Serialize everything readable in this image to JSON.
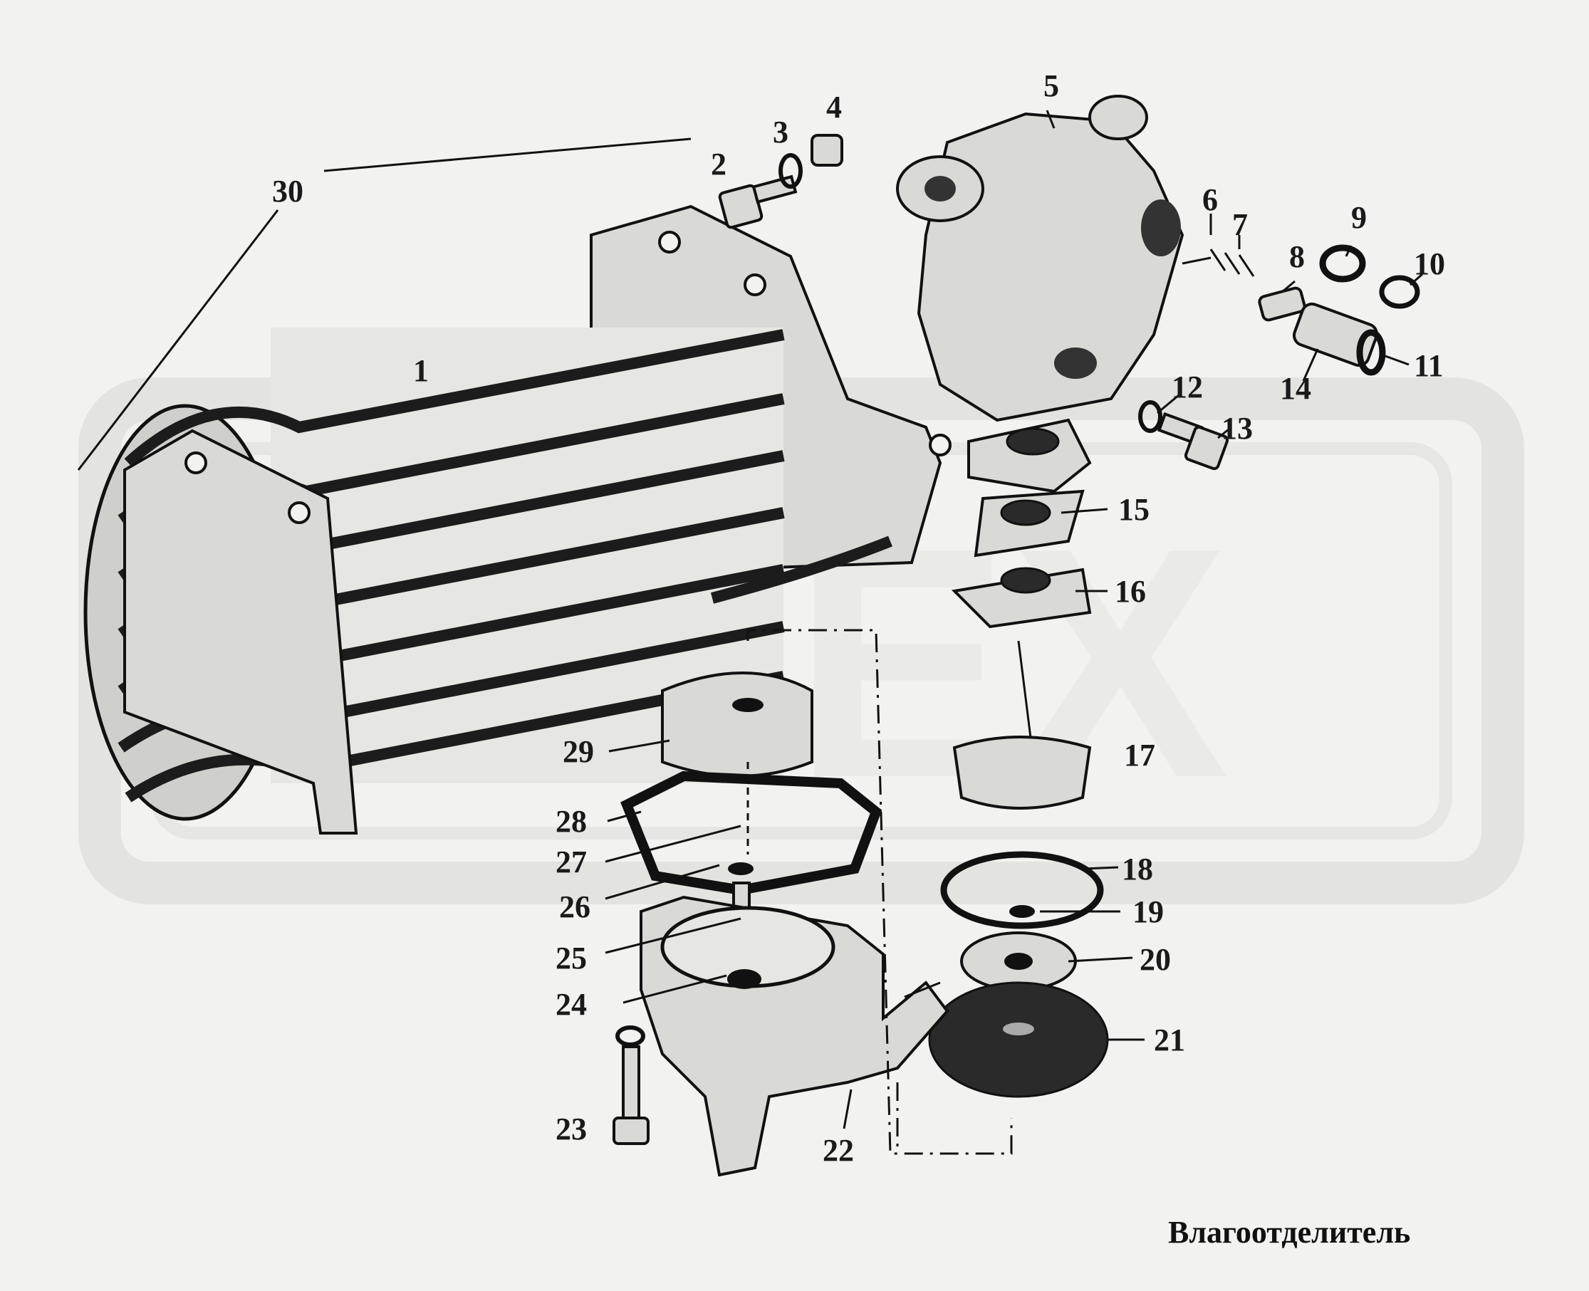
{
  "title": "Влагоотделитель",
  "watermark": "DEX",
  "callouts": [
    "1",
    "2",
    "3",
    "4",
    "5",
    "6",
    "7",
    "8",
    "9",
    "10",
    "11",
    "12",
    "13",
    "14",
    "15",
    "16",
    "17",
    "18",
    "19",
    "20",
    "21",
    "22",
    "23",
    "24",
    "25",
    "26",
    "27",
    "28",
    "29",
    "30"
  ]
}
